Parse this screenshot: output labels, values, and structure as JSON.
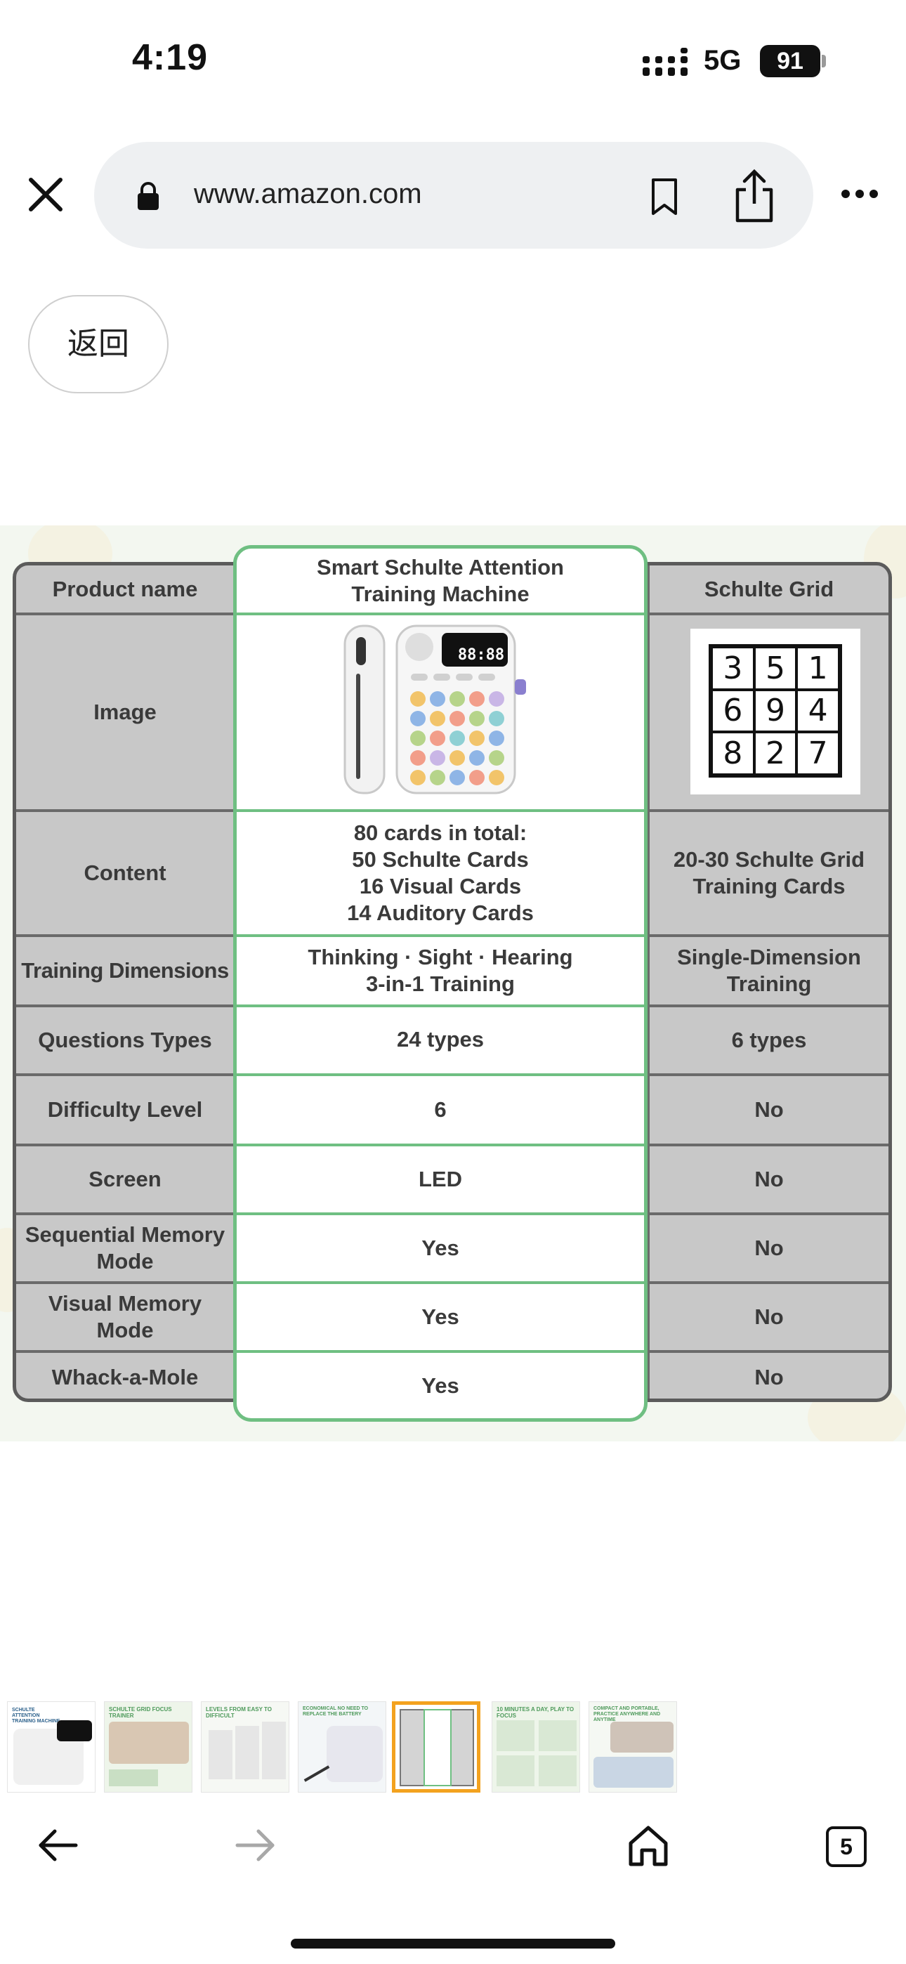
{
  "status_bar": {
    "time": "4:19",
    "network": "5G",
    "battery": "91"
  },
  "browser": {
    "url": "www.amazon.com",
    "back_label": "返回",
    "tab_count": "5"
  },
  "comparison": {
    "columns": [
      "Product name",
      "Smart Schulte Attention Training Machine",
      "Schulte Grid"
    ],
    "rows": [
      {
        "label": "Image",
        "ours": "",
        "theirs": ""
      },
      {
        "label": "Content",
        "ours": "80 cards in total:\n50 Schulte Cards\n16 Visual Cards\n14 Auditory Cards",
        "theirs": "20-30 Schulte Grid\nTraining Cards"
      },
      {
        "label": "Training Dimensions",
        "ours": "Thinking · Sight · Hearing\n3-in-1 Training",
        "theirs": "Single-Dimension\nTraining"
      },
      {
        "label": "Questions Types",
        "ours": "24 types",
        "theirs": "6 types"
      },
      {
        "label": "Difficulty Level",
        "ours": "6",
        "theirs": "No"
      },
      {
        "label": "Screen",
        "ours": "LED",
        "theirs": "No"
      },
      {
        "label": "Sequential Memory\nMode",
        "ours": "Yes",
        "theirs": "No"
      },
      {
        "label": "Visual Memory\nMode",
        "ours": "Yes",
        "theirs": "No"
      },
      {
        "label": "Whack-a-Mole",
        "ours": "Yes",
        "theirs": "No"
      }
    ],
    "schulte_numbers": [
      "3",
      "5",
      "1",
      "6",
      "9",
      "4",
      "8",
      "2",
      "7"
    ],
    "device_display": "88:88"
  },
  "thumbnails": [
    {
      "caption": "SCHULTE ATTENTION TRAINING MACHINE",
      "active": false
    },
    {
      "caption": "SCHULTE GRID FOCUS TRAINER",
      "active": false
    },
    {
      "caption": "LEVELS FROM EASY TO DIFFICULT",
      "active": false
    },
    {
      "caption": "ECONOMICAL NO NEED TO REPLACE THE BATTERY",
      "active": false
    },
    {
      "caption": "",
      "active": true
    },
    {
      "caption": "10 MINUTES A DAY, PLAY TO FOCUS",
      "active": false
    },
    {
      "caption": "COMPACT AND PORTABLE, PRACTICE ANYWHERE AND ANYTIME",
      "active": false
    }
  ],
  "colors": {
    "accent_green": "#6fbf82",
    "table_gray": "#c8c8c8",
    "active_thumb": "#f3a21f"
  }
}
